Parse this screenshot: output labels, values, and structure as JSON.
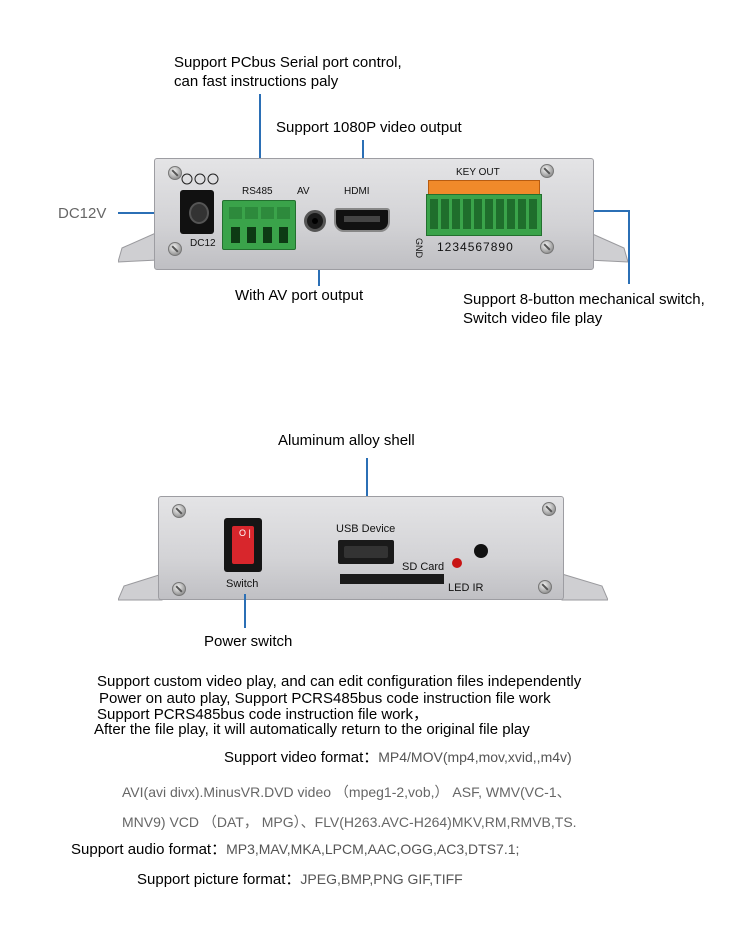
{
  "top_callouts": {
    "pcbus_line1": "Support PCbus Serial port control,",
    "pcbus_line2": "can fast instructions paly",
    "hdmi_output": "Support 1080P video output",
    "dc12v": "DC12V",
    "av_output": "With AV port output",
    "buttons_line1": "Support 8-button mechanical switch,",
    "buttons_line2": "Switch video file play"
  },
  "front_panel": {
    "rs485": "RS485",
    "av": "AV",
    "hdmi": "HDMI",
    "key_out": "KEY OUT",
    "dc12_label": "DC12",
    "gnd": "GND",
    "key_numbers": "1234567890"
  },
  "bottom_callouts": {
    "aluminum": "Aluminum alloy shell",
    "power_switch": "Power switch"
  },
  "rear_panel": {
    "usb_device": "USB Device",
    "sd_card": "SD Card",
    "led_ir": "LED IR",
    "switch": "Switch",
    "switch_marks": "O |"
  },
  "description": {
    "line1": "Support custom video play, and can edit configuration files independently",
    "line2": "Power on auto play, Support PCRS485bus code instruction file work",
    "line3": "Support PCRS485bus code instruction file work，",
    "line4": "After the file play, it will automatically return to the original file play"
  },
  "formats": {
    "video_label": "Support video format：",
    "video_value": "MP4/MOV(mp4,mov,xvid,,m4v)",
    "video_line2": "AVI(avi divx).MinusVR.DVD video （mpeg1-2,vob,） ASF, WMV(VC-1、",
    "video_line3": "MNV9) VCD （DAT， MPG）、FLV(H263.AVC-H264)MKV,RM,RMVB,TS.",
    "audio_label": "Support audio format：",
    "audio_value": "MP3,MAV,MKA,LPCM,AAC,OGG,AC3,DTS7.1;",
    "picture_label": "Support picture format：",
    "picture_value": "JPEG,BMP,PNG GIF,TIFF"
  },
  "colors": {
    "leader_line": "#2b6fb5",
    "terminal_green": "#3aa34a",
    "key_terminal_orange": "#f08a2a",
    "rocker_red": "#d8262c",
    "led_red": "#c81414"
  }
}
